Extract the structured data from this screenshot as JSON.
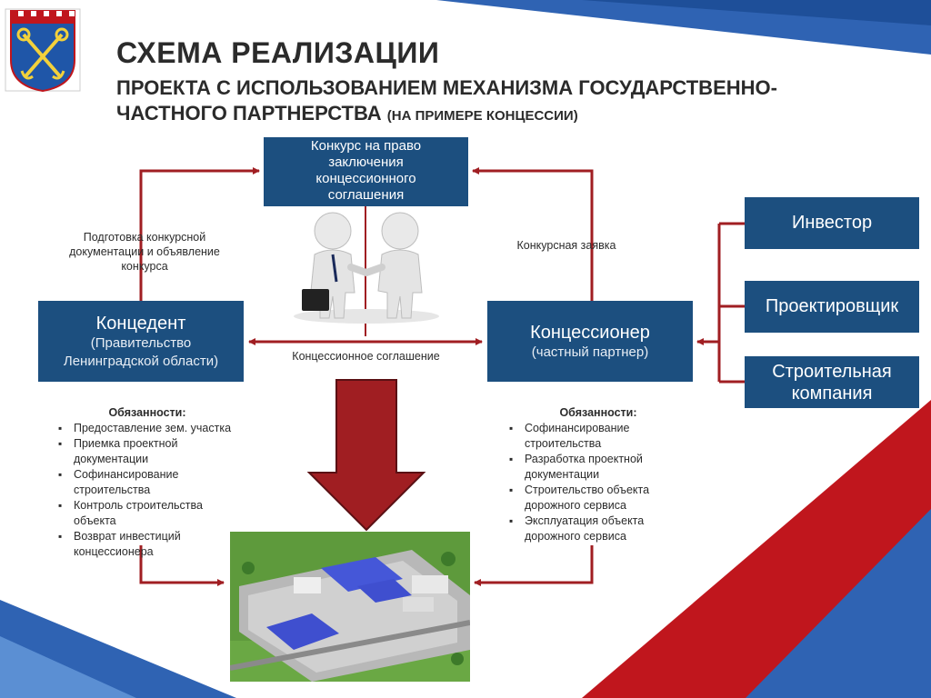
{
  "header": {
    "title": "СХЕМА РЕАЛИЗАЦИИ",
    "subtitle_line1": "ПРОЕКТА С ИСПОЛЬЗОВАНИЕМ  МЕХАНИЗМА ГОСУДАРСТВЕННО-",
    "subtitle_line2": "ЧАСТНОГО ПАРТНЕРСТВА",
    "subtitle_paren": "(НА ПРИМЕРЕ КОНЦЕССИИ)"
  },
  "nodes": {
    "contest": "Конкурс на право заключения концессионного соглашения",
    "grantor_title": "Концедент",
    "grantor_detail": "(Правительство Ленинградской области)",
    "concessionaire_title": "Концессионер",
    "concessionaire_detail": "(частный партнер)",
    "investor": "Инвестор",
    "designer": "Проектировщик",
    "builder": "Строительная компания"
  },
  "edge_labels": {
    "preparation": "Подготовка конкурсной документации и объявление конкурса",
    "application": "Конкурсная заявка",
    "agreement": "Концессионное соглашение"
  },
  "duties_left": {
    "heading": "Обязанности:",
    "items": [
      "Предоставление зем. участка",
      "Приемка проектной документации",
      "Софинансирование строительства",
      "Контроль строительства объекта",
      "Возврат инвестиций концессионера"
    ]
  },
  "duties_right": {
    "heading": "Обязанности:",
    "items": [
      "Софинансирование строительства",
      "Разработка проектной документации",
      "Строительство объекта дорожного сервиса",
      "Эксплуатация объекта дорожного сервиса"
    ]
  },
  "colors": {
    "box_blue": "#1c4f7f",
    "arrow_red": "#a01e22",
    "accent_blue": "#2e64b5",
    "accent_red": "#c0161d"
  },
  "icons": [
    "coat-of-arms-icon",
    "handshake-figures-icon",
    "down-arrow-icon",
    "building-render-icon"
  ]
}
